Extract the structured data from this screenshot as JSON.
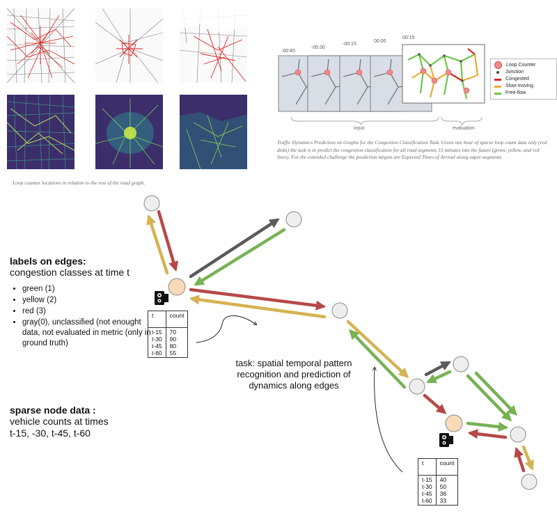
{
  "maps": {
    "caption": "Loop counter locations in relation to the rest of the road graph."
  },
  "dynamics": {
    "time_labels": [
      "-00:45",
      "-00:30",
      "-00:15",
      "00:00",
      "00:15"
    ],
    "input_label": "input",
    "evaluation_label": "evaluation",
    "legend": [
      {
        "label": "Loop Counter",
        "color": "#f08a8a"
      },
      {
        "label": "Junction",
        "color": "#444444"
      },
      {
        "label": "Congested",
        "color": "#d62b2b"
      },
      {
        "label": "Slow-moving",
        "color": "#f0a830"
      },
      {
        "label": "Free-flow",
        "color": "#6cc644"
      }
    ],
    "caption": "Traffic Dynamics Prediction on Graphs for the Congestion Classification Task. Given one hour of sparse loop count data only (red disks) the task is to predict the congestion classification for all road segments 15 minutes into the future (green, yellow, and red lines). For the extended challenge the prediction targets are Expected Times of Arrival along super-segments."
  },
  "labels": {
    "title": "labels on edges:",
    "subtitle": "congestion classes at time t",
    "classes": [
      "green (1)",
      "yellow (2)",
      "red (3)",
      "gray(0), unclassified (not enought data, not evaluated in metric (only in ground truth)"
    ]
  },
  "sparse": {
    "title": "sparse node data :",
    "line1": "vehicle counts at times",
    "line2": "t-15, -30, t-45, t-60"
  },
  "task": {
    "text": "task: spatial temporal pattern recognition and prediction of dynamics along edges"
  },
  "table1": {
    "header": [
      "t",
      "count"
    ],
    "rows": [
      [
        "t-15",
        "70"
      ],
      [
        "t-30",
        "90"
      ],
      [
        "t-45",
        "80"
      ],
      [
        "t-60",
        "55"
      ]
    ]
  },
  "table2": {
    "header": [
      "t",
      "count"
    ],
    "rows": [
      [
        "t-15",
        "40"
      ],
      [
        "t-30",
        "50"
      ],
      [
        "t-45",
        "36"
      ],
      [
        "t-60",
        "33"
      ]
    ]
  },
  "colors": {
    "green": "#77b255",
    "yellow": "#d4b352",
    "red": "#b74848",
    "gray": "#5a5a5a",
    "node_fill": "#eeeeee",
    "sensor_node_fill": "#f8d9b8"
  }
}
